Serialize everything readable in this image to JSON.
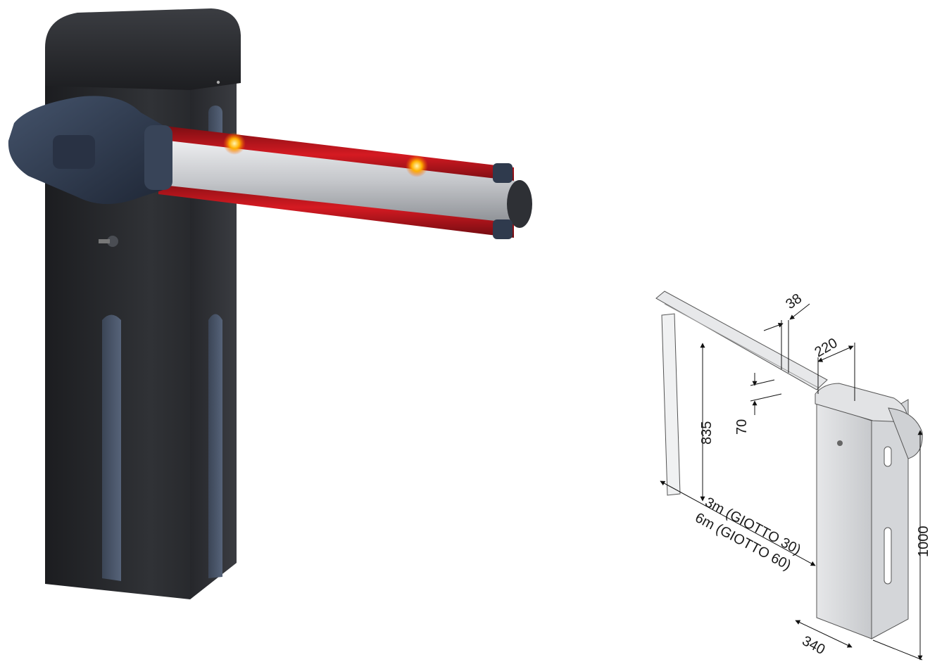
{
  "dimensions": {
    "beam_width": "38",
    "cabinet_depth": "220",
    "beam_height": "70",
    "support_height": "835",
    "length_30": "3m (GIOTTO 30)",
    "length_60": "6m (GIOTTO 60)",
    "total_height": "1000",
    "base_width": "340"
  },
  "colors": {
    "cabinet": "#2b2d31",
    "motor_cover": "#2f3a4d",
    "beam_red": "#c0121b",
    "beam_silver": "#c9cbcf",
    "led": "#ffb000"
  }
}
